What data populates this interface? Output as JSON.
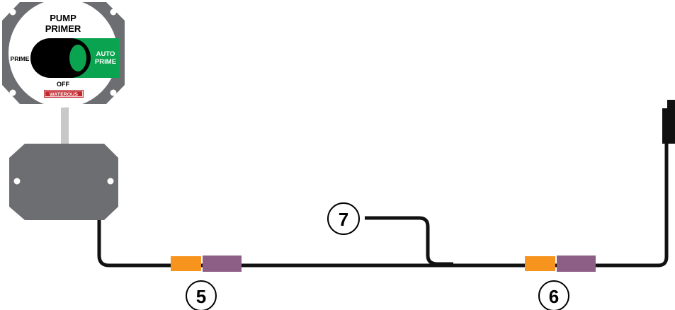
{
  "panel": {
    "title_line1": "PUMP",
    "title_line2": "PRIMER",
    "left_label": "PRIME",
    "right_label_line1": "AUTO",
    "right_label_line2": "PRIME",
    "bottom_label": "OFF",
    "brand": "WATEROUS"
  },
  "callouts": [
    {
      "label": "5"
    },
    {
      "label": "6"
    },
    {
      "label": "7"
    }
  ],
  "colors": {
    "panel_gray": "#6d6e71",
    "cable": "#111111",
    "green": "#0aa34f",
    "orange_connector": "#f7941d",
    "purple_connector": "#8e5f86",
    "brand_red": "#c1272d",
    "stem_gray": "#c8c8c8"
  }
}
